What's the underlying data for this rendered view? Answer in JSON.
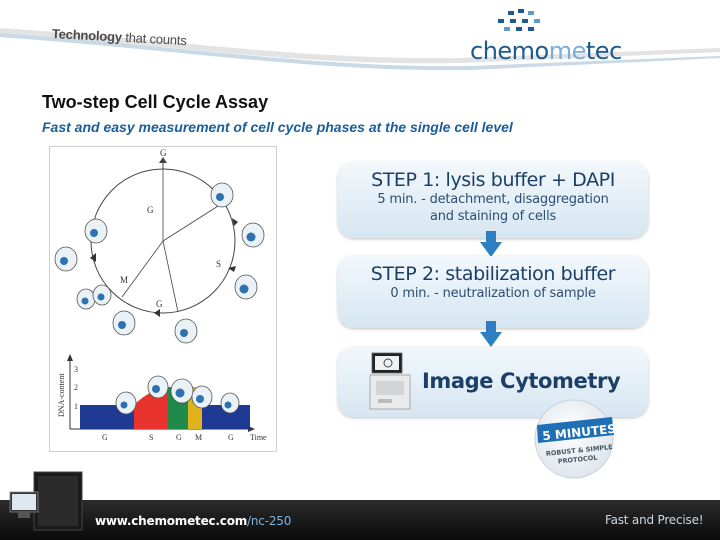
{
  "header": {
    "tagline_bold": "Technology",
    "tagline_rest": "that counts",
    "logo_left": "chemo",
    "logo_mid": "me",
    "logo_right": "tec"
  },
  "slide": {
    "title": "Two-step Cell Cycle Assay",
    "subtitle": "Fast and easy measurement of cell cycle phases at the single cell level"
  },
  "figure": {
    "phase_labels": [
      "G",
      "G",
      "S",
      "M",
      "G"
    ],
    "y_axis_label": "DNA-content",
    "y_ticks": [
      "3",
      "2",
      "1"
    ],
    "x_ticks": [
      "G",
      "S",
      "G",
      "M",
      "G",
      "Time"
    ]
  },
  "steps": [
    {
      "title": "STEP 1: lysis buffer + DAPI",
      "desc_line1": "5 min. - detachment, disaggregation",
      "desc_line2": "and staining of cells"
    },
    {
      "title": "STEP 2: stabilization buffer",
      "desc_line1": "0 min. - neutralization of sample"
    },
    {
      "title": "Image Cytometry"
    }
  ],
  "badge": {
    "line1": "5 MINUTES",
    "line2": "ROBUST & SIMPLE",
    "line3": "PROTOCOL"
  },
  "footer": {
    "url_main": "www.chemometec.com",
    "url_path": "/nc-250",
    "tagline": "Fast and Precise!"
  },
  "colors": {
    "brand_blue": "#1d5b8f",
    "step_text": "#1b3f66",
    "arrow_blue": "#2e7fc2",
    "badge_blue": "#1f6fb5"
  }
}
